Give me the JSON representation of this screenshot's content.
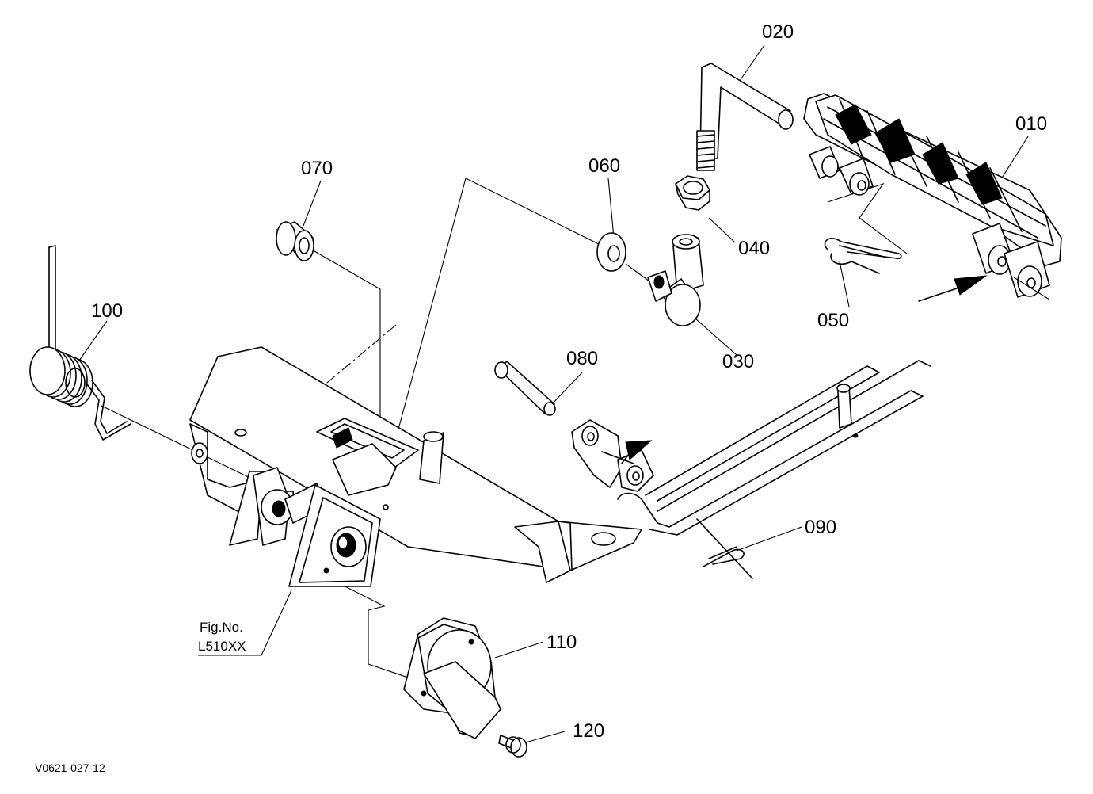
{
  "parts": [
    {
      "number": "010"
    },
    {
      "number": "020"
    },
    {
      "number": "030"
    },
    {
      "number": "040"
    },
    {
      "number": "050"
    },
    {
      "number": "060"
    },
    {
      "number": "070"
    },
    {
      "number": "080"
    },
    {
      "number": "090"
    },
    {
      "number": "100"
    },
    {
      "number": "110"
    },
    {
      "number": "120"
    }
  ],
  "figure_reference": {
    "line1": "Fig.No.",
    "line2": "L510XX"
  },
  "drawing_code": "V0621-027-12"
}
